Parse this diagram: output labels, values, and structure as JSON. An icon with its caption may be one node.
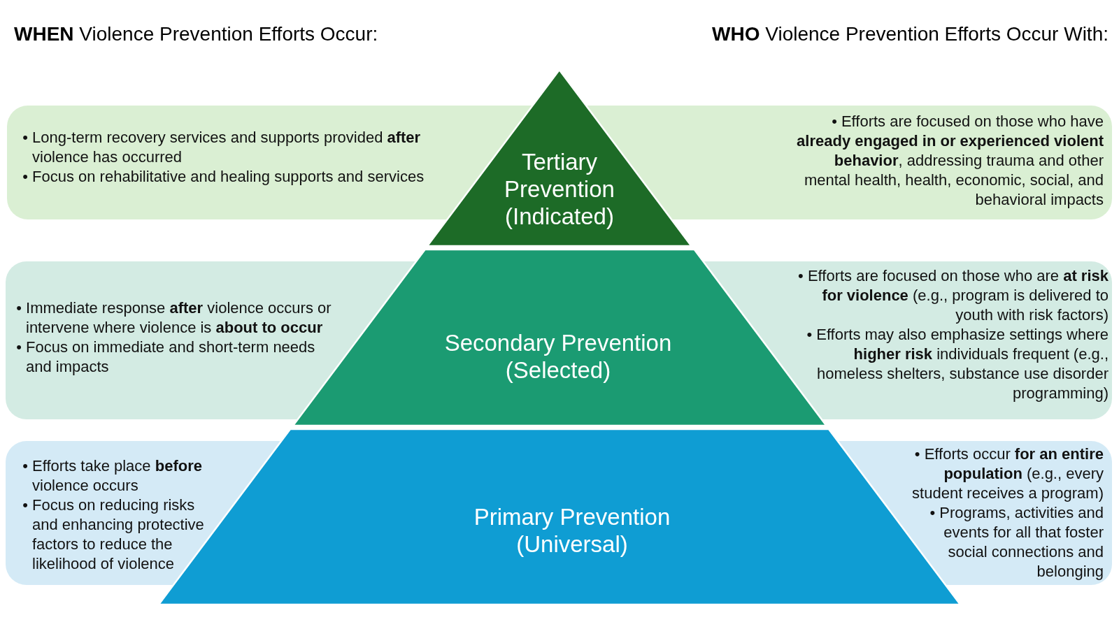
{
  "diagram": {
    "nodes": [
      {
        "text": [
          "• Long-term recovery services and supports provided **after** violence has occurred",
          "• Focus on rehabilitative and healing supports and services"
        ]
      },
      {
        "text": [
          "Tertiary Prevention (Indicated)"
        ]
      },
      {
        "text": [
          "• Efforts are focused on those who have **already engaged in or experienced violent behavior**, addressing trauma and other mental health, health, economic, social, and behavioral impacts"
        ]
      },
      {
        "text": [
          "• Immediate response **after** violence occurs or intervene where violence is **about to occur**",
          "• Focus on immediate and short-term needs and impacts"
        ]
      },
      {
        "text": [
          "Secondary Prevention (Selected)"
        ]
      },
      {
        "text": [
          "• Efforts are focused on those who are **at risk for violence** (e.g., program is delivered to youth with risk factors)",
          "• Efforts may also emphasize settings where **higher risk** individuals frequent (e.g., homeless shelters, substance use disorder programming)"
        ]
      },
      {
        "text": [
          "• Efforts take place **before** violence occurs",
          "• Focus on reducing risks and enhancing protective factors to reduce the likelihood of violence"
        ]
      },
      {
        "text": [
          "Primary Prevention (Universal)"
        ]
      },
      {
        "text": [
          "• Efforts occur **for an entire population** (e.g., every student receives a program)",
          "• Programs, activities and events for all that foster social connections and belonging"
        ]
      }
    ],
    "labels": [
      "**WHEN** Violence Prevention Efforts Occur:",
      "**WHO** Violence Prevention Efforts Occur With:"
    ]
  }
}
